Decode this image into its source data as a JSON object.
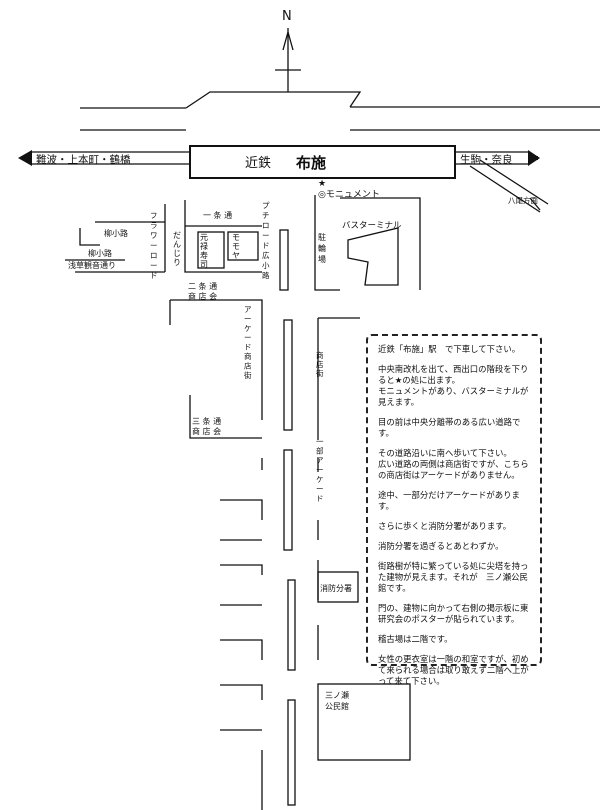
{
  "compass": {
    "north": "N"
  },
  "station": {
    "name_line": "近鉄",
    "name_main": "布施"
  },
  "rail": {
    "west_label": "難波・上本町・鶴橋",
    "east_label": "生駒・奈良",
    "yao_label": "八尾方面"
  },
  "landmarks": {
    "monument": "★\n◎モニュメント",
    "bus_terminal": "バスターミナル",
    "bicycle_parking": "駐\n輪\n場",
    "genroku": "元\n禄\n寿\n司",
    "danjiri": "だ\nん\nじ\nり",
    "momoya": "モ\nモ\nヤ",
    "fire_station": "消防分署",
    "community_hall": "三ノ瀬\n公民館"
  },
  "streets": {
    "yanagikoji_1": "柳小路",
    "yanagikoji_2": "柳小路",
    "asakusa": "浅草観音通り",
    "flower_road": "フ\nラ\nワ\nー\nロ\nー\nド",
    "ichijo": "一 条 通",
    "puchi_road": "プ\nチ\nロ\nー\nド\n広\n小\n路",
    "nijo": "二 条 通\n商 店 会",
    "arcade_street": "ア\nー\nケ\nー\nド\n\n商\n\n店\n\n街",
    "sanjo": "三 条 通\n商 店 会",
    "shoutengai_east": "商\n\n店\n\n街",
    "partial_arcade": "一\n部\nア\nー\nケ\nー\nド"
  },
  "directions": [
    "近鉄「布施」駅　で下車して下さい。",
    "中央南改札を出て、西出口の階段を下りると★の処に出ます。\nモニュメントがあり、バスターミナルが見えます。",
    "目の前は中央分離帯のある広い道路です。",
    "その道路沿いに南へ歩いて下さい。\n広い道路の両側は商店街ですが、こちらの商店街はアーケードがありません。",
    "途中、一部分だけアーケードがあります。",
    "さらに歩くと消防分署があります。",
    "消防分署を過ぎるとあとわずか。",
    "街路樹が特に繁っている処に尖塔を持った建物が見えます。それが　三ノ瀬公民館です。",
    "門の、建物に向かって右側の掲示板に東研究会のポスターが貼られています。",
    "稽古場は二階です。",
    "女性の更衣室は一階の和室ですが、初めて来られる場合は取り敢えず二階へ上がって来て下さい。"
  ]
}
